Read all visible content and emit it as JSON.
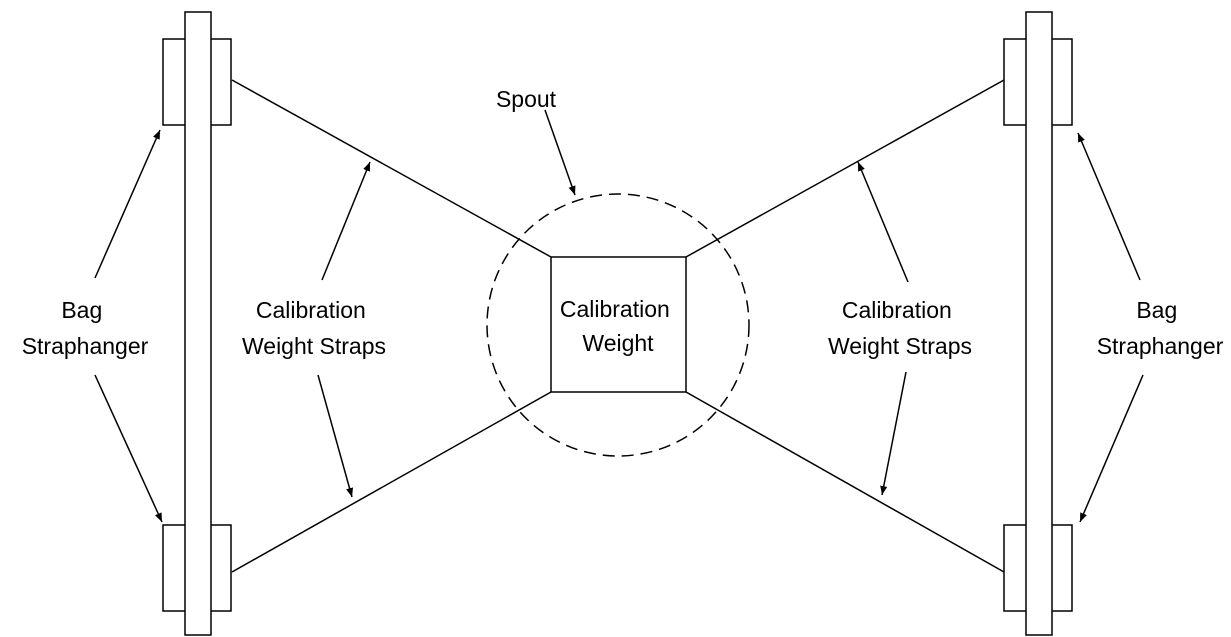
{
  "labels": {
    "spout": "Spout",
    "calibration_weight": [
      "Calibration",
      "Weight"
    ],
    "weight_straps_left": [
      "Calibration",
      "Weight Straps"
    ],
    "weight_straps_right": [
      "Calibration",
      "Weight Straps"
    ],
    "straphanger_left": [
      "Bag",
      "Straphanger"
    ],
    "straphanger_right": [
      "Bag",
      "Straphanger"
    ]
  },
  "colors": {
    "line": "#000000",
    "background": "#ffffff"
  }
}
